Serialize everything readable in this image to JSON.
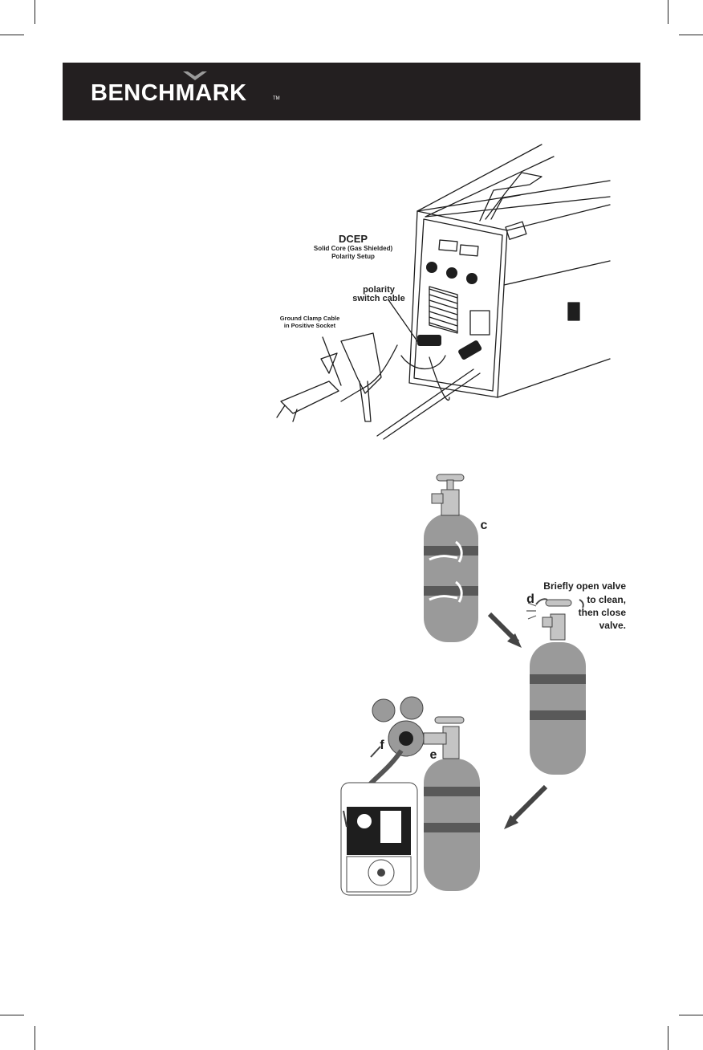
{
  "brand": {
    "logo_text": "BENCHMARK",
    "trademark": "TM",
    "header_color": "#231f20"
  },
  "figure_welder": {
    "heading": "DCEP",
    "subheading_line1": "Solid Core (Gas Shielded)",
    "subheading_line2": "Polarity Setup",
    "polarity_label_line1": "polarity",
    "polarity_label_line2": "switch cable",
    "ground_label_line1": "Ground Clamp Cable",
    "ground_label_line2": "in Positive Socket"
  },
  "figure_gas": {
    "step_c": "c",
    "step_d": "d",
    "step_e": "e",
    "step_f": "f",
    "instruction_line1": "Briefly open valve",
    "instruction_line2": "to clean,",
    "instruction_line3": "then close",
    "instruction_line4": "valve."
  }
}
